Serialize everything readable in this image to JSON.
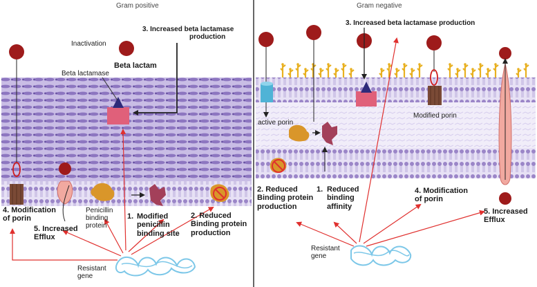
{
  "panels": {
    "left_title": "Gram positive",
    "right_title": "Gram negative"
  },
  "left": {
    "inactivation": "Inactivation",
    "beta_lactam": "Beta lactam",
    "beta_lactamase": "Beta lactamase",
    "increased_bl_line1": "3. Increased beta lactamase",
    "increased_bl_line2": "production",
    "mod_porin_line1": "4. Modification",
    "mod_porin_line2": "of porin",
    "efflux_line1": "5. Increased",
    "efflux_line2": "Efflux",
    "pbp_line1": "Penicillin",
    "pbp_line2": "binding",
    "pbp_line3": "protein",
    "modified_num": "1.",
    "modified_line1": "Modified",
    "modified_line2": "penicillin",
    "modified_line3": "binding site",
    "reduced_line1": "2. Reduced",
    "reduced_line2": "Binding protein",
    "reduced_line3": "production",
    "resistant_line1": "Resistant",
    "resistant_line2": "gene"
  },
  "right": {
    "increased_bl": "3. Increased beta lactamase production",
    "active_porin": "active porin",
    "modified_porin": "Modified porin",
    "reduced_bp_line1": "2. Reduced",
    "reduced_bp_line2": "Binding protein",
    "reduced_bp_line3": "production",
    "reduced_aff_num": "1.",
    "reduced_aff_line1": "Reduced",
    "reduced_aff_line2": "binding",
    "reduced_aff_line3": "affinity",
    "mod_porin_line1": "4. Modification",
    "mod_porin_line2": "of porin",
    "efflux_line1": "5. Increased",
    "efflux_line2": "Efflux",
    "resistant_line1": "Resistant",
    "resistant_line2": "gene"
  },
  "colors": {
    "arrow_red": "#e0302e",
    "membrane_purple": "#9b86c8",
    "membrane_light": "#d9d0ee",
    "drug_red": "#9e1b1b",
    "lactamase_pink": "#e0607a",
    "lactamase_triangle": "#2e2a7a",
    "lps_yellow": "#e8b020",
    "pbp_orange": "#d9962a",
    "modified_pbp": "#a3405a",
    "porin_blue": "#4fb3d6",
    "porin_brown": "#7a4a36",
    "gene_blue": "#7cc7e8"
  }
}
